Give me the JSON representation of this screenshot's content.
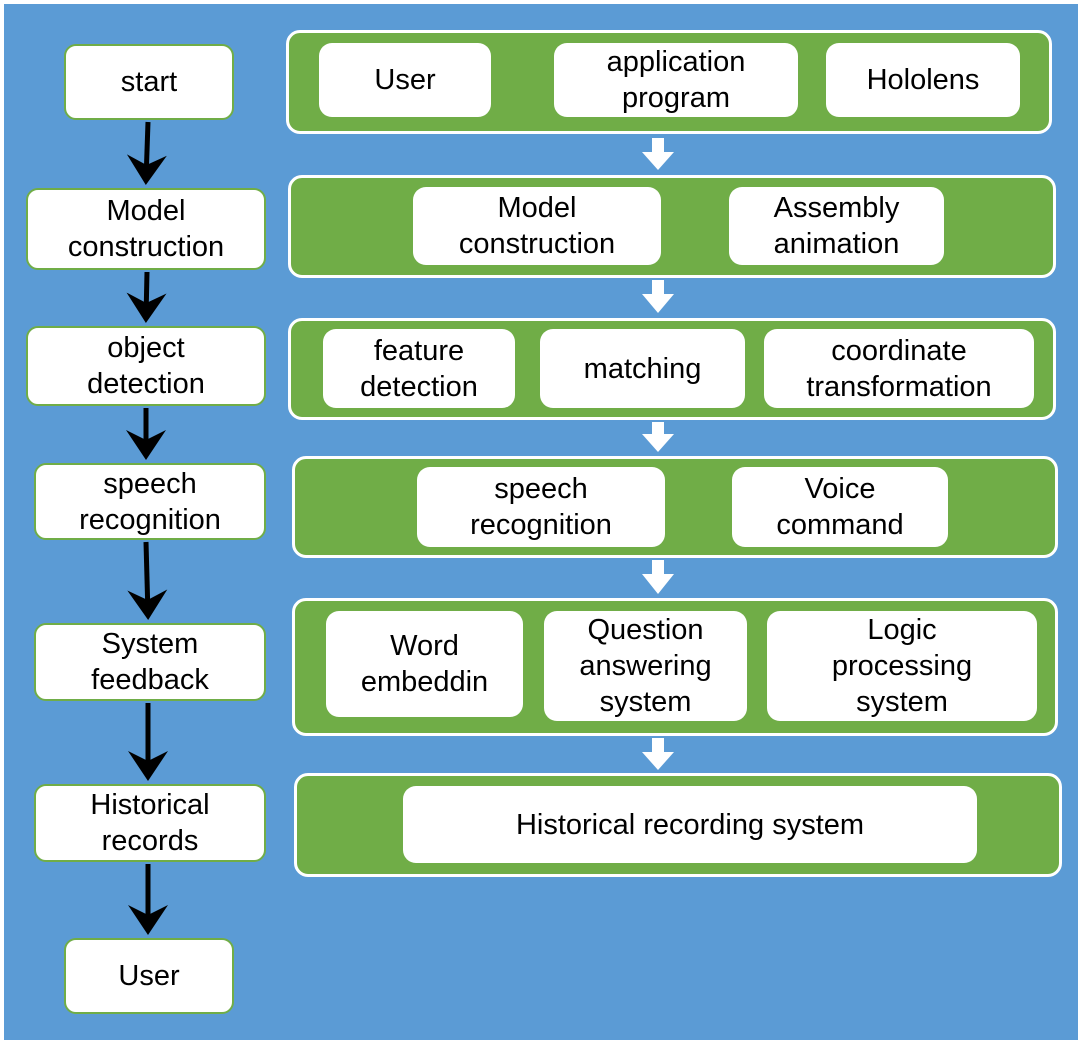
{
  "flow_steps": [
    {
      "label": "start"
    },
    {
      "label": "Model\nconstruction"
    },
    {
      "label": "object\ndetection"
    },
    {
      "label": "speech\nrecognition"
    },
    {
      "label": "System\nfeedback"
    },
    {
      "label": "Historical\nrecords"
    },
    {
      "label": "User"
    }
  ],
  "panels": [
    {
      "items": [
        "User",
        "application\nprogram",
        "Hololens"
      ]
    },
    {
      "items": [
        "Model\nconstruction",
        "Assembly\nanimation"
      ]
    },
    {
      "items": [
        "feature\ndetection",
        "matching",
        "coordinate\ntransformation"
      ]
    },
    {
      "items": [
        "speech\nrecognition",
        "Voice\ncommand"
      ]
    },
    {
      "items": [
        "Word\nembeddin",
        "Question\nanswering\nsystem",
        "Logic\nprocessing\nsystem"
      ]
    },
    {
      "items": [
        "Historical recording system"
      ]
    }
  ],
  "colors": {
    "background": "#5B9BD5",
    "panel": "#70AD47",
    "box": "#FFFFFF",
    "arrow_left": "#000000",
    "arrow_right": "#FFFFFF"
  }
}
